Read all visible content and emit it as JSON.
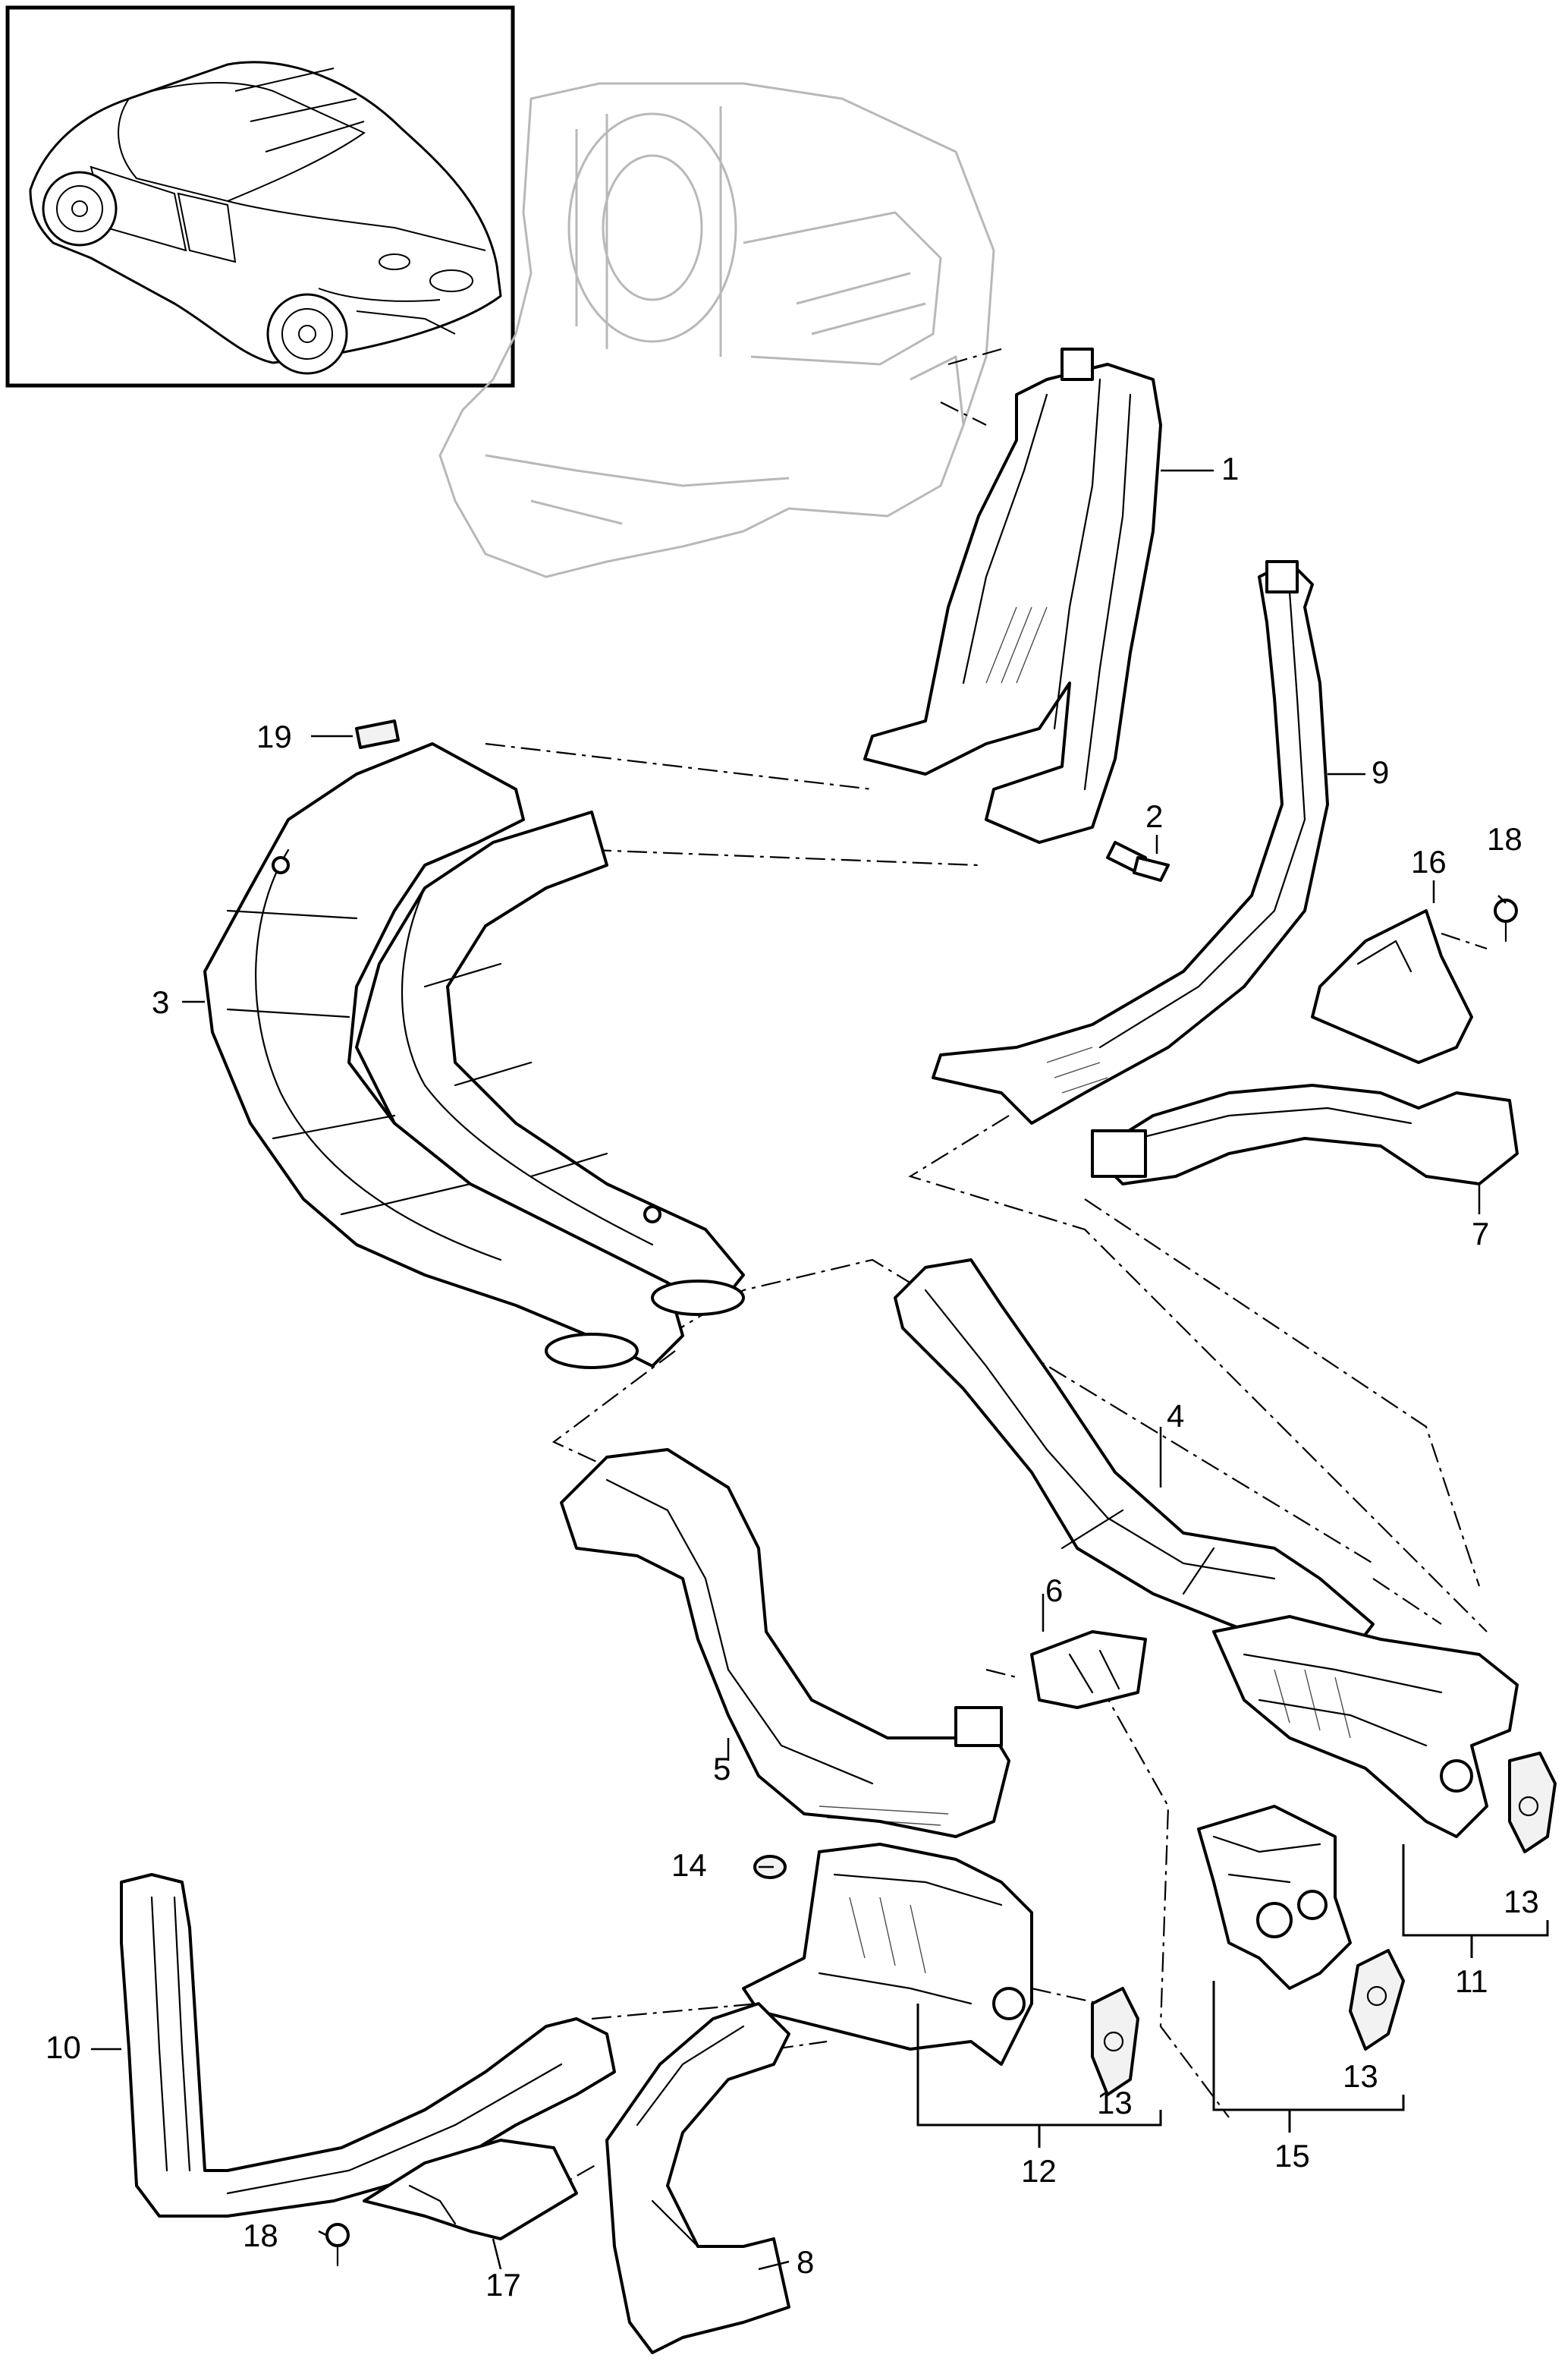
{
  "diagram": {
    "callouts": {
      "c1": "1",
      "c2": "2",
      "c3": "3",
      "c4": "4",
      "c5": "5",
      "c6": "6",
      "c7": "7",
      "c8": "8",
      "c9": "9",
      "c10": "10",
      "c11": "11",
      "c12": "12",
      "c13a": "13",
      "c13b": "13",
      "c13c": "13",
      "c14": "14",
      "c15": "15",
      "c16": "16",
      "c17": "17",
      "c18a": "18",
      "c18b": "18",
      "c19": "19"
    },
    "parts": [
      "air-duct-1",
      "sensor-2",
      "air-duct-3",
      "air-duct-4",
      "air-duct-5",
      "grille-6",
      "air-duct-7",
      "air-duct-8",
      "air-duct-9",
      "air-duct-10",
      "distributor-11",
      "distributor-12",
      "servomotor-13",
      "nut-14",
      "distributor-15",
      "cover-16",
      "cover-17",
      "screw-18",
      "clip-19"
    ]
  },
  "inset": {
    "subject": "vehicle-overview"
  }
}
